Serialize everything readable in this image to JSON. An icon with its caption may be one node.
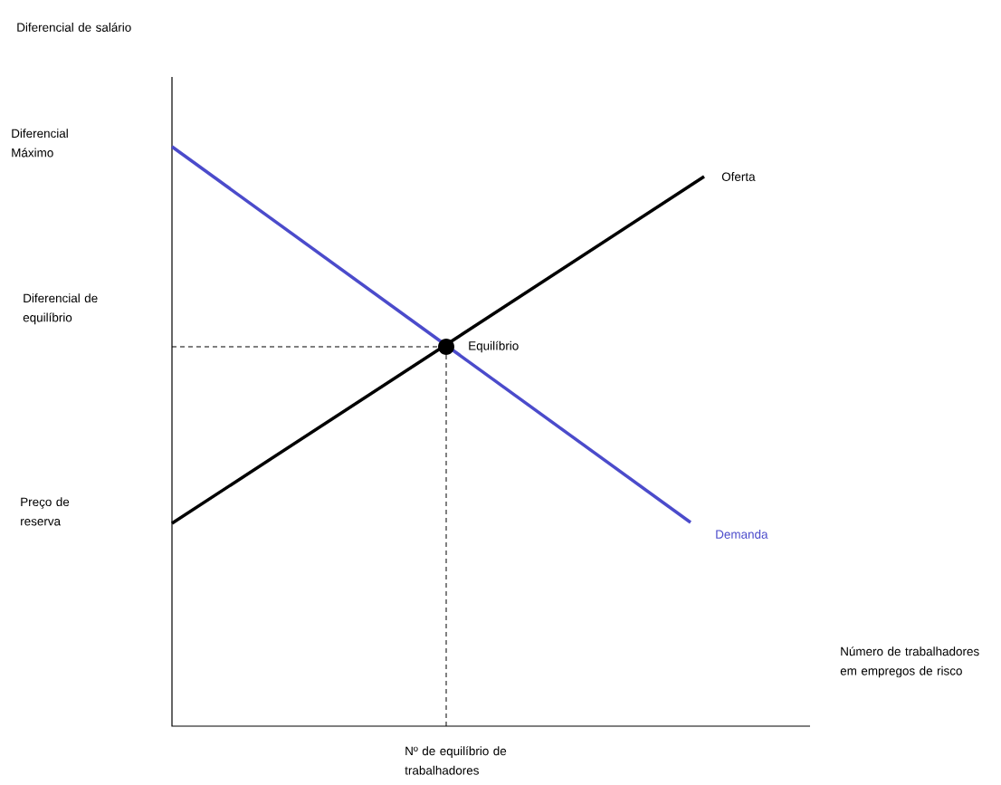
{
  "diagram": {
    "labels": [
      "Diferencial de salário",
      "Diferencial Máximo",
      "Oferta",
      "Diferencial de equilíbrio",
      "Equilíbrio",
      "Preço de reserva",
      "Demanda",
      "Número de trabalhadores em empregos de risco",
      "Nº de equilíbrio de trabalhadores"
    ]
  }
}
